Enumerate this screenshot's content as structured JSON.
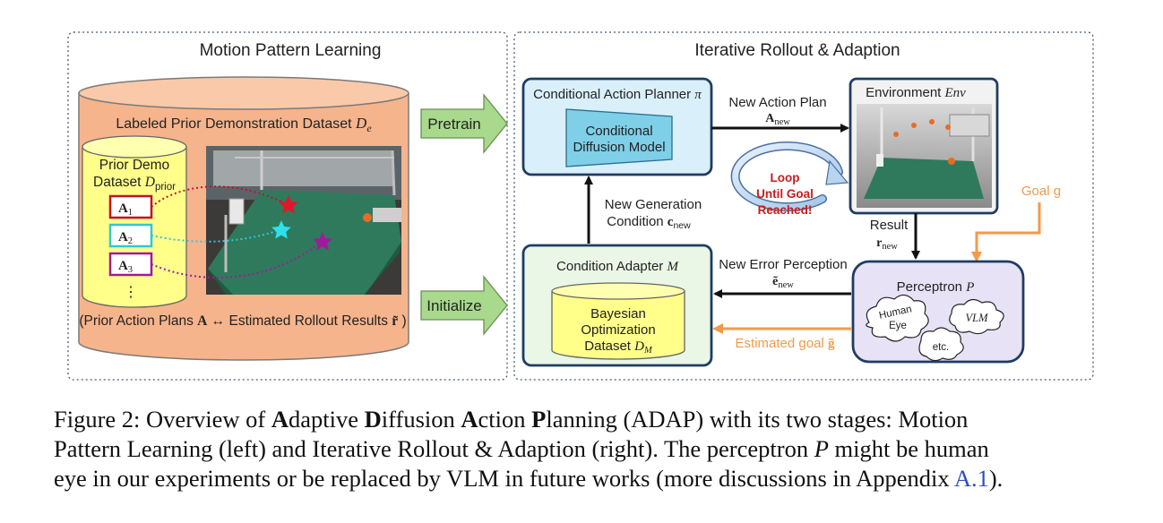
{
  "left_panel": {
    "title": "Motion Pattern Learning",
    "dataset_label": "Labeled Prior Demonstration Dataset ",
    "dataset_symbol": "D",
    "dataset_sub": "e",
    "prior_demo_line1": "Prior Demo",
    "prior_demo_line2": "Dataset ",
    "prior_symbol": "D",
    "prior_sub": "prior",
    "plans": [
      {
        "label": "A",
        "sub": "1",
        "color": "#c0122b"
      },
      {
        "label": "A",
        "sub": "2",
        "color": "#2ec8d8"
      },
      {
        "label": "A",
        "sub": "3",
        "color": "#a01aa0"
      }
    ],
    "ellipsis": "⋮",
    "bottom_prefix": "(Prior Action Plans ",
    "bottom_A": "A",
    "bottom_arrow": " ↔ ",
    "bottom_mid": "Estimated Rollout Results ",
    "bottom_r": "r̃",
    "bottom_suffix": " )"
  },
  "arrows": {
    "pretrain": "Pretrain",
    "initialize": "Initialize"
  },
  "right_panel": {
    "title": "Iterative Rollout & Adaption",
    "planner_title": "Conditional Action Planner ",
    "planner_symbol": "π",
    "model_line1": "Conditional",
    "model_line2": "Diffusion Model",
    "new_plan_label": "New Action Plan",
    "new_plan_symbol": "A",
    "new_plan_sub": "new",
    "env_title": "Environment ",
    "env_symbol": "Env",
    "loop_line1": "Loop",
    "loop_line2": "Until Goal",
    "loop_line3": "Reached!",
    "goal_label": "Goal g",
    "result_label": "Result",
    "result_symbol": "r",
    "result_sub": "new",
    "gen_line1": "New Generation",
    "gen_line2": "Condition ",
    "gen_symbol": "c",
    "gen_sub": "new",
    "adapter_title": "Condition Adapter ",
    "adapter_symbol": "M",
    "bo_line1": "Bayesian",
    "bo_line2": "Optimization",
    "bo_line3": "Dataset ",
    "bo_symbol": "D",
    "bo_sub": "M",
    "error_label": "New Error Perception",
    "error_symbol": "ẽ",
    "error_sub": "new",
    "est_goal_label": "Estimated goal ",
    "est_goal_symbol": "g̃",
    "perceptron_title": "Perceptron ",
    "perceptron_symbol": "P",
    "cloud_human_1": "Human",
    "cloud_human_2": "Eye",
    "cloud_vlm": "VLM",
    "cloud_etc": "etc."
  },
  "colors": {
    "orange_fill": "#f6b48c",
    "orange_stroke": "#7a7a7a",
    "yellow_fill": "#ffff8a",
    "blue_fill": "#d9f0fb",
    "blue_stroke": "#1f3c63",
    "green_fill": "#eaf6e6",
    "purple_fill": "#e7e2f5",
    "arrow_green": "#a8d98c",
    "goal_orange": "#f29a4a",
    "loop_red": "#c81c1c"
  },
  "caption": {
    "l1_a": "Figure 2:  Overview of ",
    "l1_b1": "A",
    "l1_c": "daptive ",
    "l1_b2": "D",
    "l1_d": "iffusion ",
    "l1_b3": "A",
    "l1_e": "ction ",
    "l1_b4": "P",
    "l1_f": "lanning (ADAP) with its two stages:  Motion",
    "l2_a": "Pattern Learning (left) and Iterative Rollout & Adaption (right). The perceptron ",
    "l2_p": "P",
    "l2_b": " might be human",
    "l3_a": "eye in our experiments or be replaced by VLM in future works (more discussions in Appendix ",
    "l3_ref": "A.1",
    "l3_b": ")."
  }
}
